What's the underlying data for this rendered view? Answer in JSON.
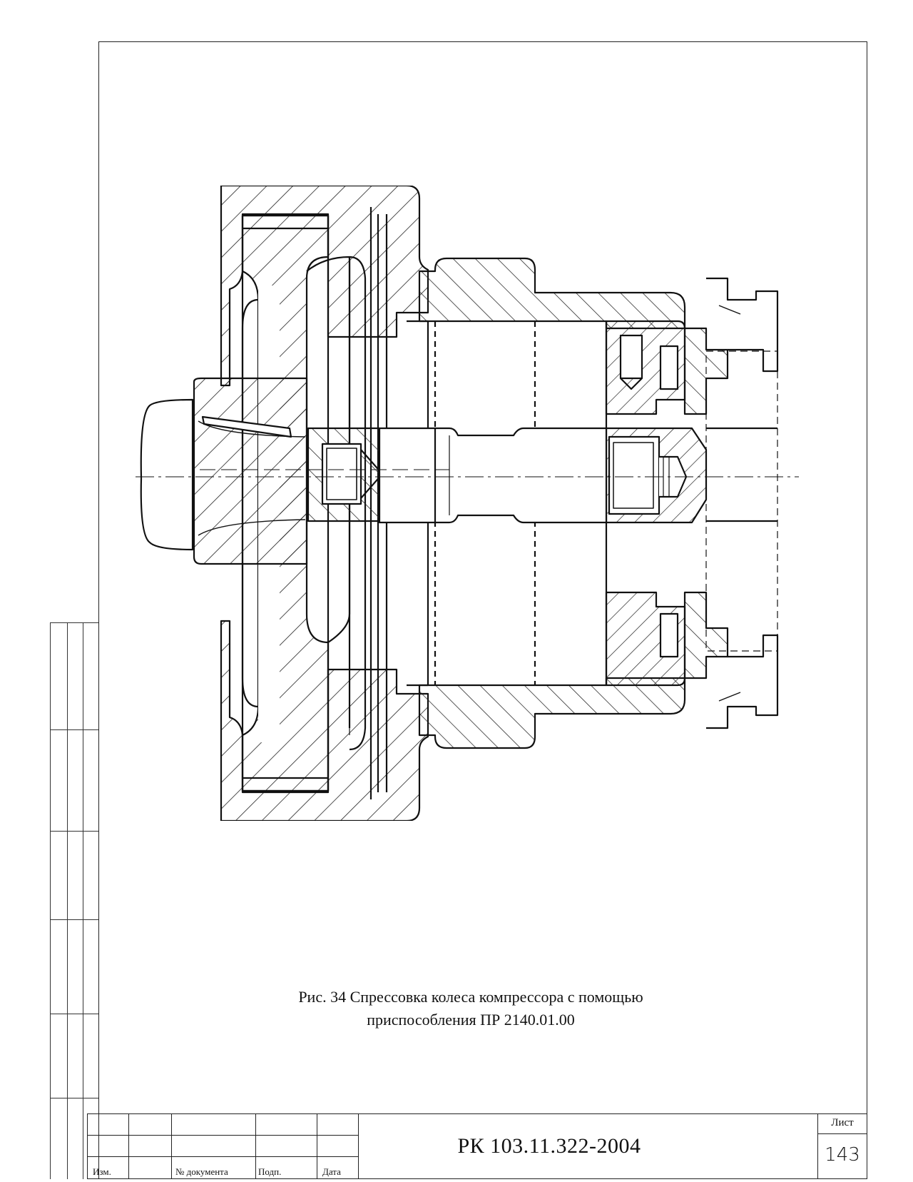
{
  "figure": {
    "caption_line1": "Рис. 34  Спрессовка колеса компрессора с помощью",
    "caption_line2": "приспособления ПР 2140.01.00"
  },
  "title_block": {
    "document_code": "РК 103.11.322-2004",
    "sheet_label": "Лист",
    "sheet_number": "143",
    "col_change": "Изм.",
    "col_doc_number": "№ документа",
    "col_signature": "Подп.",
    "col_date": "Дата"
  }
}
